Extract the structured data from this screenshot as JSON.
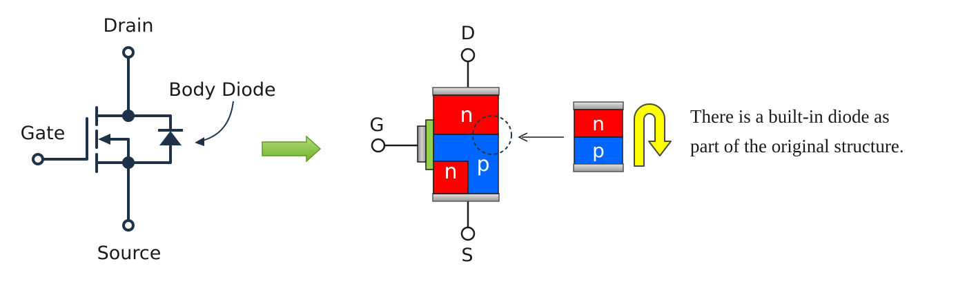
{
  "symbol": {
    "drain": "Drain",
    "gate": "Gate",
    "source": "Source",
    "body_diode": "Body Diode"
  },
  "structure": {
    "d": "D",
    "g": "G",
    "s": "S",
    "n_top": "n",
    "n_small": "n",
    "p": "p"
  },
  "junction": {
    "n": "n",
    "p": "p"
  },
  "note": {
    "line1": "There is a built-in diode as",
    "line2": "part of the original structure."
  },
  "colors": {
    "wire": "#1f3348",
    "n_region": "#ff0000",
    "p_region": "#0066ff",
    "gate_oxide": "#92d050",
    "arrow_green": "#8cc63f",
    "arrow_yellow": "#ffff00",
    "metal": "#c8c8c8"
  }
}
